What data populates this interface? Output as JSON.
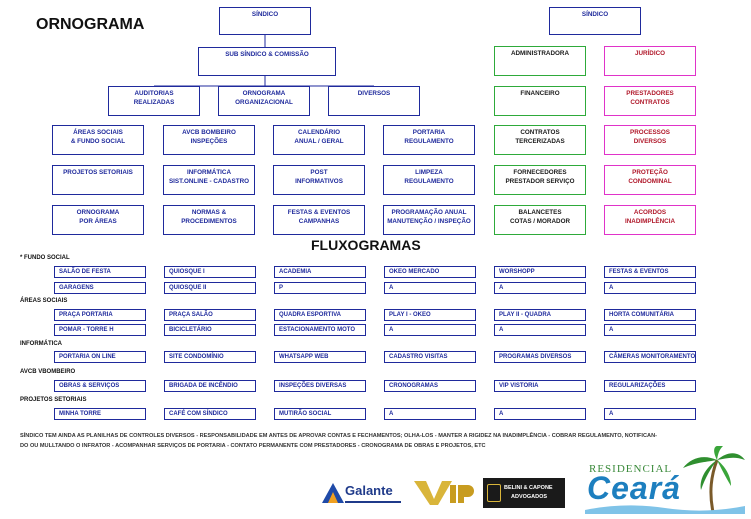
{
  "org_title": "ORNOGRAMA",
  "flux_title": "FLUXOGRAMAS",
  "org_left": {
    "sindico": [
      "SÍNDICO"
    ],
    "sub_sindico": [
      "SUB SÍNDICO & COMISSÃO"
    ],
    "auditorias": [
      "AUDITORIAS",
      "REALIZADAS"
    ],
    "ornograma_org": [
      "ORNOGRAMA",
      "ORGANIZACIONAL"
    ],
    "diversos": [
      "DIVERSOS"
    ],
    "areas_sociais": [
      "ÁREAS SOCIAIS",
      "& FUNDO SOCIAL"
    ],
    "avcb": [
      "AVCB BOMBEIRO",
      "INSPEÇÕES"
    ],
    "calendario": [
      "CALENDÁRIO",
      "ANUAL / GERAL"
    ],
    "portaria": [
      "PORTARIA",
      "REGULAMENTO"
    ],
    "projetos": [
      "PROJETOS SETORIAIS"
    ],
    "informatica": [
      "INFORMÁTICA",
      "SIST.ONLINE - CADASTRO"
    ],
    "post": [
      "POST",
      "INFORMATIVOS"
    ],
    "limpeza": [
      "LIMPEZA",
      "REGULAMENTO"
    ],
    "ornograma_areas": [
      "ORNOGRAMA",
      "POR ÁREAS"
    ],
    "normas": [
      "NORMAS &",
      "PROCEDIMENTOS"
    ],
    "festas": [
      "FESTAS & EVENTOS",
      "CAMPANHAS"
    ],
    "programacao": [
      "PROGRAMAÇÃO ANUAL",
      "MANUTENÇÃO / INSPEÇÃO"
    ]
  },
  "org_right": {
    "sindico": [
      "SÍNDICO"
    ],
    "administradora": [
      "ADMINISTRADORA"
    ],
    "juridico": [
      "JURÍDICO"
    ],
    "financeiro": [
      "FINANCEIRO"
    ],
    "prestadores": [
      "PRESTADORES",
      "CONTRATOS"
    ],
    "contratos": [
      "CONTRATOS",
      "TERCERIZADAS"
    ],
    "processos": [
      "PROCESSOS",
      "DIVERSOS"
    ],
    "fornecedores": [
      "FORNECEDORES",
      "PRESTADOR SERVIÇO"
    ],
    "protecao": [
      "PROTEÇÃO",
      "CONDOMINAL"
    ],
    "balancetes": [
      "BALANCETES",
      "COTAS / MORADOR"
    ],
    "acordos": [
      "ACORDOS",
      "INADIMPLÊNCIA"
    ]
  },
  "flux": {
    "s1": "* FUNDO SOCIAL",
    "s2": "ÁREAS SOCIAIS",
    "s3": "INFORMÁTICA",
    "s4": "AVCB VBOMBEIRO",
    "s5": "PROJETOS SETORIAIS",
    "rows": [
      [
        "SALÃO DE FESTA",
        "QUIOSQUE I",
        "ACADEMIA",
        "OKEO MERCADO",
        "WORSHOPP",
        "FESTAS & EVENTOS"
      ],
      [
        "GARAGENS",
        "QUIOSQUE II",
        "P",
        "A",
        "A",
        "A"
      ],
      [
        "PRAÇA PORTARIA",
        "PRAÇA SALÃO",
        "QUADRA ESPORTIVA",
        "PLAY I - OKEO",
        "PLAY II - QUADRA",
        "HORTA COMUNITÁRIA"
      ],
      [
        "POMAR - TORRE H",
        "BICICLETÁRIO",
        "ESTACIONAMENTO MOTO",
        "A",
        "A",
        "A"
      ],
      [
        "PORTARIA ON LINE",
        "SITE CONDOMÍNIO",
        "WHATSAPP WEB",
        "CADASTRO VISITAS",
        "PROGRAMAS DIVERSOS",
        "CÂMERAS MONITORAMENTO"
      ],
      [
        "OBRAS & SERVIÇOS",
        "BRIGADA DE INCÊNDIO",
        "INSPEÇÕES DIVERSAS",
        "CRONOGRAMAS",
        "VIP VISTORIA",
        "REGULARIZAÇÕES"
      ],
      [
        "MINHA TORRE",
        "CAFÉ COM SÍNDICO",
        "MUTIRÃO SOCIAL",
        "A",
        "A",
        "A"
      ]
    ]
  },
  "footer": {
    "line1": "SÍNDICO TEM AINDA AS PLANILHAS DE CONTROLES DIVERSOS - RESPONSABILIDADE EM ANTES DE APROVAR CONTAS E FECHAMENTOS; OLHA-LOS - MANTER A RIGIDEZ NA INADIMPLÊNCIA - COBRAR REGULAMENTO, NOTIFICAN-",
    "line2": "DO OU MULLTANDO O INFRATOR - ACOMPANHAR SERVIÇOS DE PORTARIA - CONTATO PERMANENTE COM PRESTADORES - CRONOGRAMA DE OBRAS  E PROJETOS, ETC"
  },
  "logos": {
    "galante": "Galante",
    "vip": "VIP",
    "belini_1": "BELINI & CAPONE",
    "belini_2": "ADVOGADOS",
    "residencial": "RESIDENCIAL",
    "ceara": "Ceará"
  },
  "colors": {
    "blue": "#1f2a9c",
    "green": "#2eaa3a",
    "magenta": "#e033c9",
    "dark_red": "#b0182a"
  }
}
